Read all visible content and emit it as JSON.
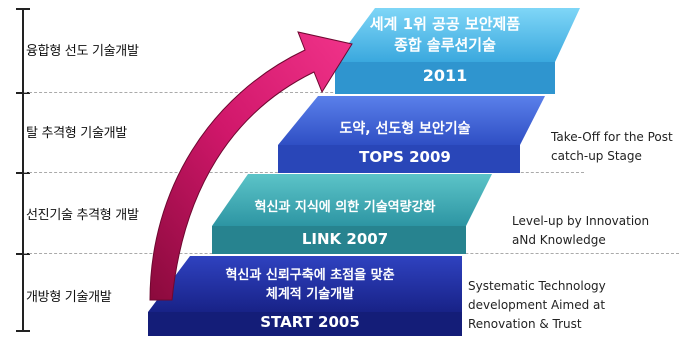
{
  "phases": [
    {
      "label": "융합형 선도 기술개발"
    },
    {
      "label": "탈 추격형 기술개발"
    },
    {
      "label": "선진기술 추격형 개발"
    },
    {
      "label": "개방형 기술개발"
    }
  ],
  "steps": [
    {
      "lines": [
        "세계 1위 공공 보안제품",
        "종합 솔루션기술"
      ],
      "year": "2011",
      "color": "#5ec3ee"
    },
    {
      "lines": [
        "도약, 선도형 보안기술"
      ],
      "year": "TOPS 2009",
      "color": "#3e63d6"
    },
    {
      "lines": [
        "혁신과 지식에 의한 기술역량강화"
      ],
      "year": "LINK 2007",
      "color": "#3aa9b2"
    },
    {
      "lines": [
        "혁신과 신뢰구축에 초점을 맞춘",
        "체계적 기술개발"
      ],
      "year": "START 2005",
      "color": "#1f2d9e"
    }
  ],
  "notes": [
    {
      "lines": [
        "Take-Off for the Post",
        "catch-up Stage"
      ]
    },
    {
      "lines": [
        "Level-up by Innovation",
        "aNd Knowledge"
      ]
    },
    {
      "lines": [
        "Systematic Technology",
        "development Aimed at",
        "Renovation & Trust"
      ]
    }
  ],
  "arrow_color": "#c0105f"
}
